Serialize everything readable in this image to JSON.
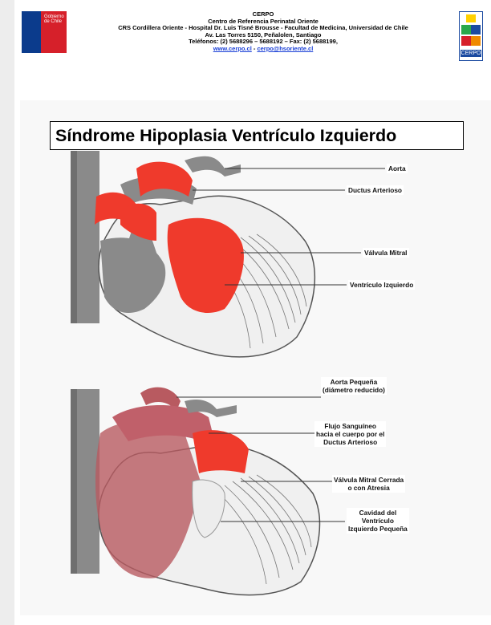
{
  "header": {
    "logo_left_line1": "Gobierno",
    "logo_left_line2": "de Chile",
    "logo_right_text": "CERPO",
    "lines": [
      "CERPO",
      "Centro de Referencia Perinatal Oriente",
      "CRS Cordillera Oriente - Hospital Dr. Luis Tisné Brousse - Facultad de Medicina, Universidad de Chile",
      "Av. Las Torres 5150, Peñalolen, Santiago",
      "Teléfonos: (2) 5688296 – 5688192 –  Fax: (2) 5688199,"
    ],
    "link_web": "www.cerpo.cl",
    "link_separator": " - ",
    "link_email": "cerpo@hsoriente.cl"
  },
  "title": "Síndrome Hipoplasia Ventrículo Izquierdo",
  "labels_top": {
    "aorta": "Aorta",
    "ductus": "Ductus Arterioso",
    "valvula_mitral": "Válvula Mitral",
    "ventriculo": "Ventrículo Izquierdo"
  },
  "labels_bottom": {
    "aorta_pequena_1": "Aorta Pequeña",
    "aorta_pequena_2": "(diámetro reducido)",
    "flujo_1": "Flujo Sanguíneo",
    "flujo_2": "hacia el cuerpo por el",
    "flujo_3": "Ductus Arterioso",
    "valvula_1": "Válvula Mitral Cerrada",
    "valvula_2": "o con Atresia",
    "cavidad_1": "Cavidad del",
    "cavidad_2": "Ventrículo",
    "cavidad_3": "Izquierdo Pequeña"
  },
  "colors": {
    "oxygenated": "#ef3a2c",
    "gray": "#8a8a8a",
    "pale_red": "#b85a60",
    "brand_blue": "#0b3b8c",
    "brand_red": "#d6202a"
  }
}
